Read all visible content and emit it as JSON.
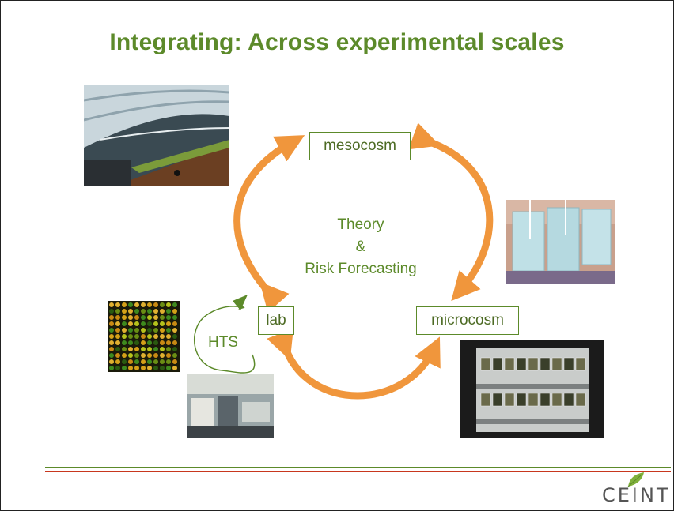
{
  "slide": {
    "title": "Integrating: Across experimental scales",
    "center_text": [
      "Theory",
      "&",
      "Risk Forecasting"
    ]
  },
  "nodes": {
    "mesocosm": "mesocosm",
    "microcosm": "microcosm",
    "lab": "lab",
    "hts": "HTS"
  },
  "logo": {
    "text_left": "CE",
    "text_mid": "I",
    "text_right": "NT"
  },
  "colors": {
    "title_green": "#5c8a2a",
    "arrow_orange": "#f0963c",
    "rule_green": "#5c8a2a",
    "rule_red": "#c8371e"
  },
  "icons": [
    "greenhouse-photo",
    "aquarium-photo",
    "microarray-photo",
    "lab-equipment-photo",
    "jars-shelf-photo"
  ]
}
